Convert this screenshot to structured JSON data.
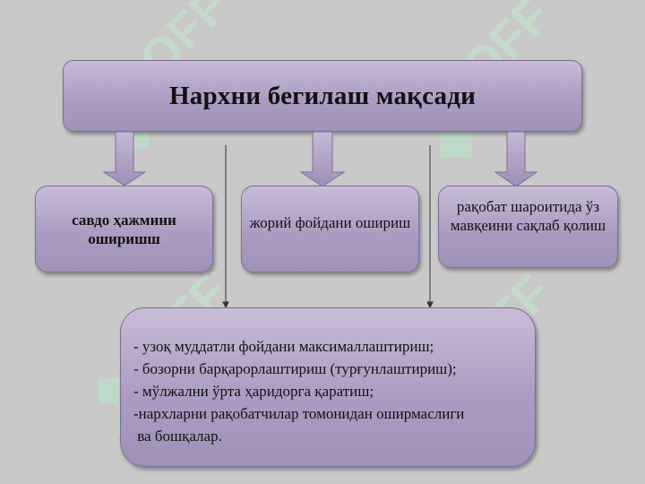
{
  "title": "Нархни бегилаш мақсади",
  "boxes": {
    "sales": "савдо ҳажмини оширишш",
    "profit": "жорий фойдани ошириш",
    "competition": "рақобат шароитида ўз мавқеини сақлаб қолиш"
  },
  "list_items": [
    "- узоқ муддатли фойдани максималлаштириш;",
    "- бозорни барқарорлаштириш (турғунлаштириш);",
    "- мўлжални ўрта ҳаридорга қаратиш;",
    "-нархларни рақобатчилар томонидан оширмаслиги",
    " ва бошқалар."
  ],
  "watermark_text": "SOFF",
  "colors": {
    "background": "#c9c9c9",
    "box_fill": "#ac9cc2",
    "box_border": "#7d6f95",
    "watermark": "#c8ecd2"
  }
}
